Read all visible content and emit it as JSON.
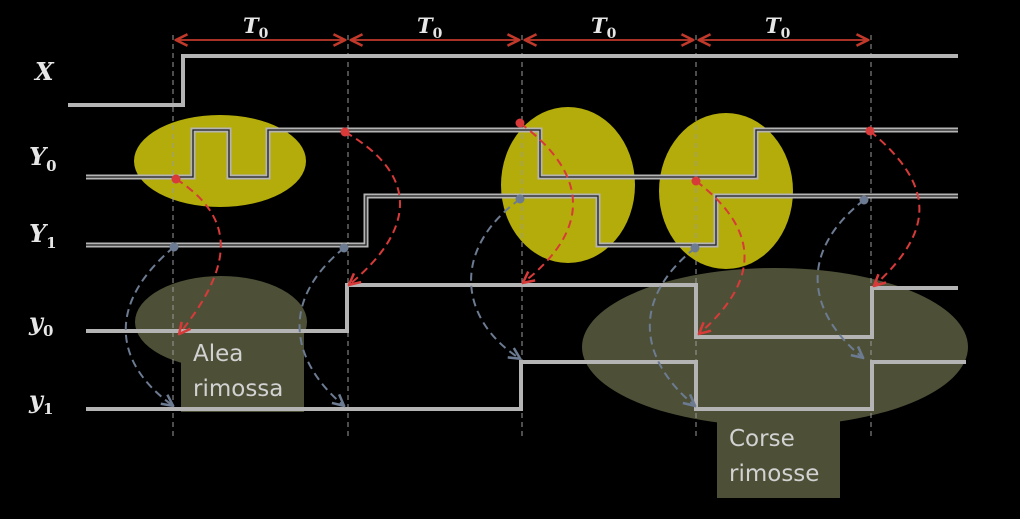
{
  "period_labels": [
    {
      "main": "T",
      "sub": "0"
    },
    {
      "main": "T",
      "sub": "0"
    },
    {
      "main": "T",
      "sub": "0"
    },
    {
      "main": "T",
      "sub": "0"
    }
  ],
  "signals": [
    {
      "main": "X",
      "sub": ""
    },
    {
      "main": "Y",
      "sub": "0"
    },
    {
      "main": "Y",
      "sub": "1"
    },
    {
      "main": "y",
      "sub": "0"
    },
    {
      "main": "y",
      "sub": "1"
    }
  ],
  "notes": {
    "hazard_removed": [
      "Alea",
      "rimossa"
    ],
    "races_removed": [
      "Corse",
      "rimosse"
    ]
  },
  "colors": {
    "background": "#000000",
    "signal": "#b4b4b4",
    "period_arrow": "#c0392b",
    "hazard_blob": "#b3ac0a",
    "removed_blob": "#4d5037",
    "red_arrow": "#d83a3a",
    "slate_arrow": "#6c7b91"
  }
}
